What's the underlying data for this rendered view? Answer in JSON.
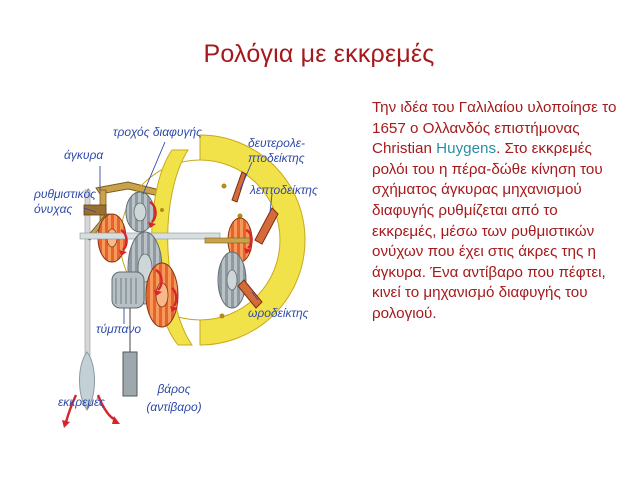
{
  "title": "Ρολόγια με εκκρεμές",
  "description": {
    "part1": "Την ιδέα του Γαλιλαίου υλοποίησε το 1657 ο Ολλανδός επιστήμονας Christian ",
    "highlight": "Huygens",
    "part2": ". Στο εκκρεμές ρολόι του η πέρα-δώθε κίνηση του σχήματος άγκυρας μηχανισμού διαφυγής ρυθμίζεται από το εκκρεμές, μέσω των ρυθμιστικών ονύχων που έχει στις άκρες της η άγκυρα. Ένα αντίβαρο που πέφτει, κινεί το μηχανισμό διαφυγής του ρολογιού."
  },
  "labels": {
    "escape_wheel": "τροχός διαφυγής",
    "anchor": "άγκυρα",
    "seconds_hand_1": "δευτερολε-",
    "seconds_hand_2": "πτοδείκτης",
    "minute_hand": "λεπτοδείκτης",
    "regulating_pallets_1": "ρυθμιστικός",
    "regulating_pallets_2": "όνυχας",
    "hour_hand": "ωροδείκτης",
    "drum": "τύμπανο",
    "weight_1": "βάρος",
    "weight_2": "(αντίβαρο)",
    "pendulum": "εκκρεμές"
  },
  "colors": {
    "title": "#a5191c",
    "text": "#a51a1c",
    "highlight": "#2a8fa6",
    "label": "#2e4aa8",
    "dial": "#f2e24a",
    "gear_gray": "#8e9aa0",
    "gear_orange": "#e8632a",
    "arrow": "#d7262b"
  }
}
